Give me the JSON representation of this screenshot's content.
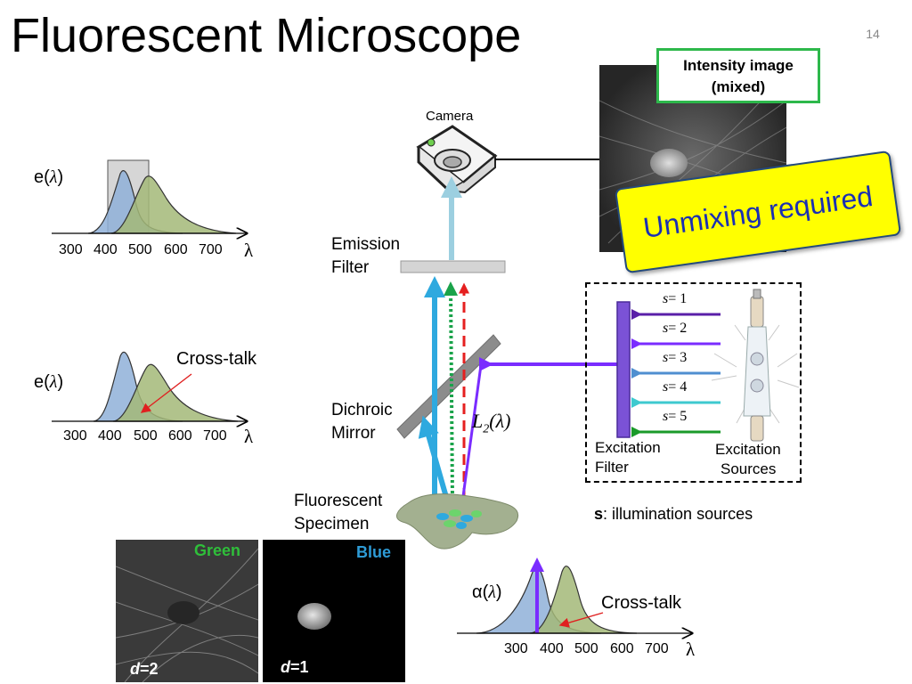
{
  "slide": {
    "title": "Fluorescent Microscope",
    "page_number": "14"
  },
  "emission_plot_top": {
    "ylabel_prefix": "e(",
    "ylabel_var": "λ",
    "ylabel_suffix": ")",
    "ticks": [
      "300",
      "400",
      "500",
      "600",
      "700"
    ],
    "xlabel": "λ"
  },
  "emission_plot_mid": {
    "ylabel_prefix": "e(",
    "ylabel_var": "λ",
    "ylabel_suffix": ")",
    "annotation": "Cross-talk",
    "ticks": [
      "300",
      "400",
      "500",
      "600",
      "700"
    ],
    "xlabel": "λ"
  },
  "absorption_plot": {
    "ylabel_prefix": "α(",
    "ylabel_var": "λ",
    "ylabel_suffix": ")",
    "annotation": "Cross-talk",
    "ticks": [
      "300",
      "400",
      "500",
      "600",
      "700"
    ],
    "xlabel": "λ"
  },
  "microscope": {
    "camera_label": "Camera",
    "emission_filter_label_1": "Emission",
    "emission_filter_label_2": "Filter",
    "dichroic_label_1": "Dichroic",
    "dichroic_label_2": "Mirror",
    "specimen_label_1": "Fluorescent",
    "specimen_label_2": "Specimen",
    "light_path_label": "L",
    "light_path_sub": "2",
    "light_path_arg": "(λ)"
  },
  "excitation_box": {
    "sources": [
      {
        "var": "s",
        "value": "= 1",
        "color": "#5a1fa8"
      },
      {
        "var": "s",
        "value": "= 2",
        "color": "#7a2cff"
      },
      {
        "var": "s",
        "value": "= 3",
        "color": "#4f8fd0"
      },
      {
        "var": "s",
        "value": "= 4",
        "color": "#3ec9cf"
      },
      {
        "var": "s",
        "value": "= 5",
        "color": "#1a9a2a"
      }
    ],
    "filter_label_1": "Excitation",
    "filter_label_2": "Filter",
    "sources_label_1": "Excitation",
    "sources_label_2": "Sources"
  },
  "illumination_note": {
    "bold": "s",
    "text": ": illumination sources"
  },
  "intensity_image": {
    "label_line1": "Intensity image",
    "label_line2": "(mixed)"
  },
  "unmixing_banner": "Unmixing required",
  "channel_tiles": [
    {
      "name": "Green",
      "name_color": "#2fbf3a",
      "d_var": "d",
      "d_value": "=2"
    },
    {
      "name": "Blue",
      "name_color": "#2e9bd6",
      "d_var": "d",
      "d_value": "=1"
    }
  ],
  "colors": {
    "blue_curve": "#8fb0d8",
    "green_curve": "#a3b878",
    "cyan_beam": "#2ea9df",
    "green_beam": "#1aa34a",
    "red_beam": "#e52020",
    "violet_beam": "#7a2cff",
    "lightblue_beam": "#9ccfe0",
    "filter_bar": "#7b52d6",
    "highlight_green": "#2db84b",
    "banner_yellow": "#ffff00",
    "banner_text": "#1a2fb4"
  }
}
